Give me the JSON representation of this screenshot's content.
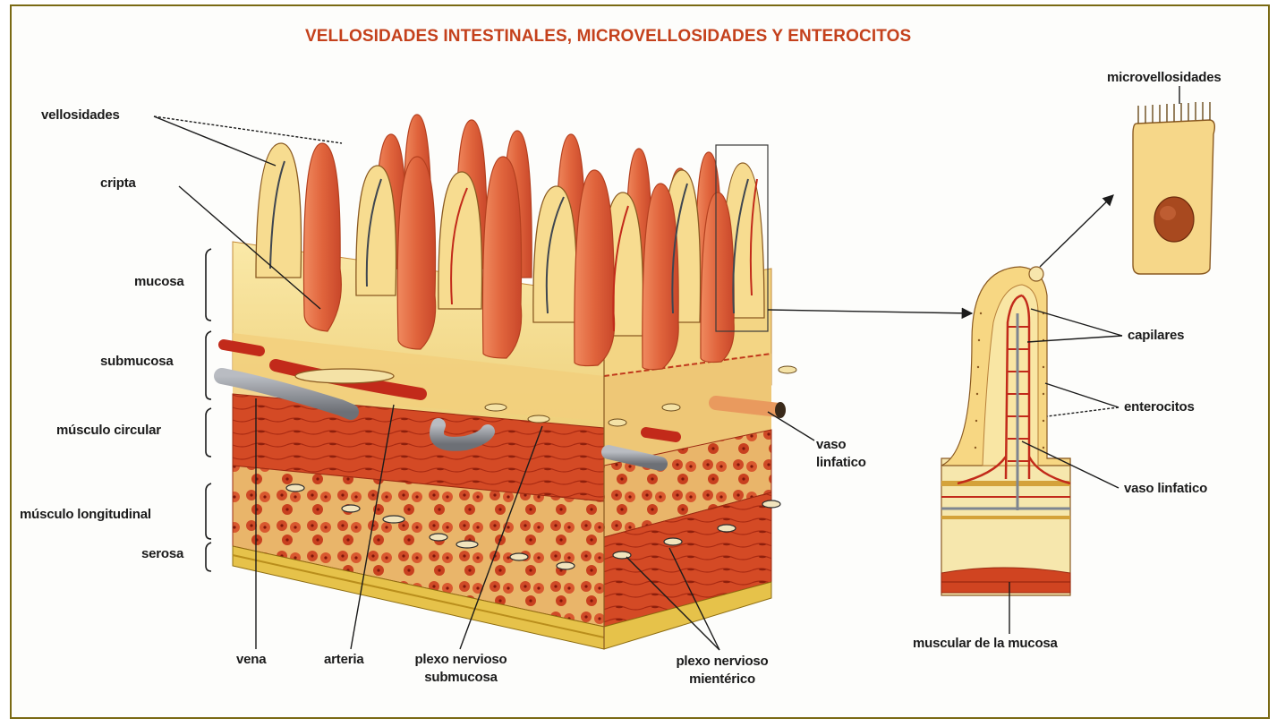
{
  "title": "VELLOSIDADES INTESTINALES, MICROVELLOSIDADES Y ENTEROCITOS",
  "labels": {
    "vellosidades": "vellosidades",
    "cripta": "cripta",
    "mucosa": "mucosa",
    "submucosa": "submucosa",
    "musculo_circular": "músculo circular",
    "musculo_longitudinal": "músculo longitudinal",
    "serosa": "serosa",
    "vena": "vena",
    "arteria": "arteria",
    "plexo_submucosa_1": "plexo nervioso",
    "plexo_submucosa_2": "submucosa",
    "plexo_mienterico_1": "plexo nervioso",
    "plexo_mienterico_2": "mientérico",
    "vaso_linfatico_1": "vaso",
    "vaso_linfatico_2": "linfatico",
    "microvellosidades": "microvellosidades",
    "capilares": "capilares",
    "enterocitos": "enterocitos",
    "vaso_linfatico_right": "vaso linfatico",
    "muscular_mucosa": "muscular de la mucosa"
  },
  "colors": {
    "title": "#c4411c",
    "frame": "#7a6a14",
    "villus": "#e0673f",
    "tissue": "#f5dc8c",
    "muscle": "#c8391c",
    "vein": "#8f9298",
    "artery": "#c22a1a"
  }
}
